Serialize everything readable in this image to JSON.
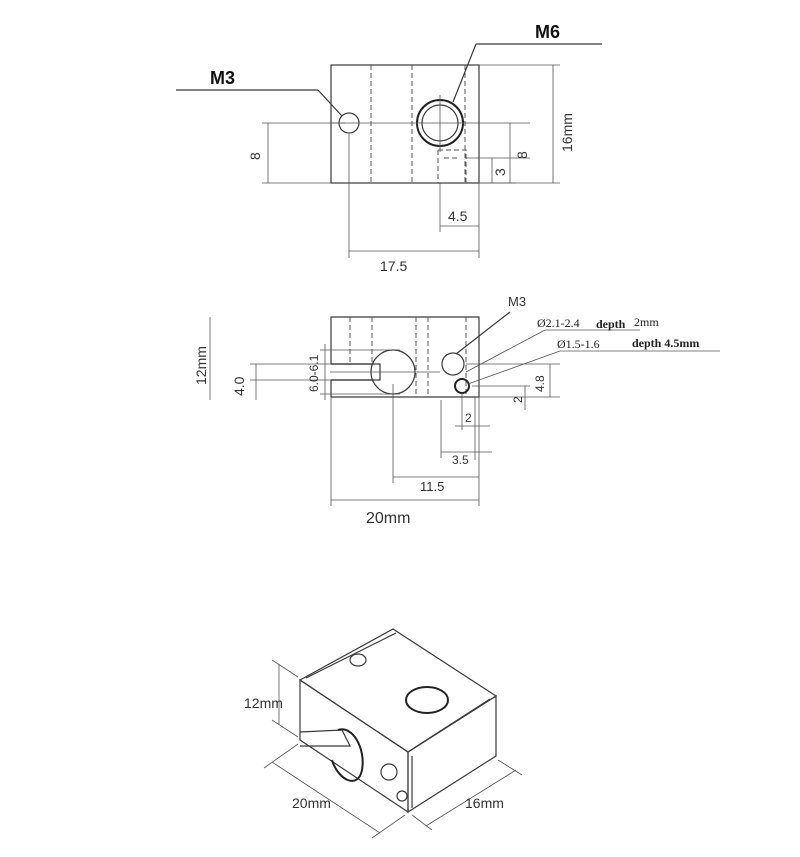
{
  "top_view": {
    "label_m3": "M3",
    "label_m6": "M6",
    "dim_16": "16mm",
    "dim_8_left": "8",
    "dim_8_right": "8",
    "dim_3": "3",
    "dim_4_5": "4.5",
    "dim_17_5": "17.5"
  },
  "front_view": {
    "label_m3": "M3",
    "note_hole1": "Ø2.1-2.4",
    "note_hole1_depth": "depth",
    "note_hole1_depth_value": "2mm",
    "note_hole2": "Ø1.5-1.6",
    "note_hole2_depth": "depth 4.5mm",
    "dim_12": "12mm",
    "dim_4_0": "4.0",
    "dim_6_0_6_1": "6.0-6.1",
    "dim_4_8": "4.8",
    "dim_2_right": "2",
    "dim_2_bottom": "2",
    "dim_3_5": "3.5",
    "dim_11_5": "11.5",
    "dim_20": "20mm"
  },
  "iso_view": {
    "dim_12": "12mm",
    "dim_20": "20mm",
    "dim_16": "16mm"
  }
}
